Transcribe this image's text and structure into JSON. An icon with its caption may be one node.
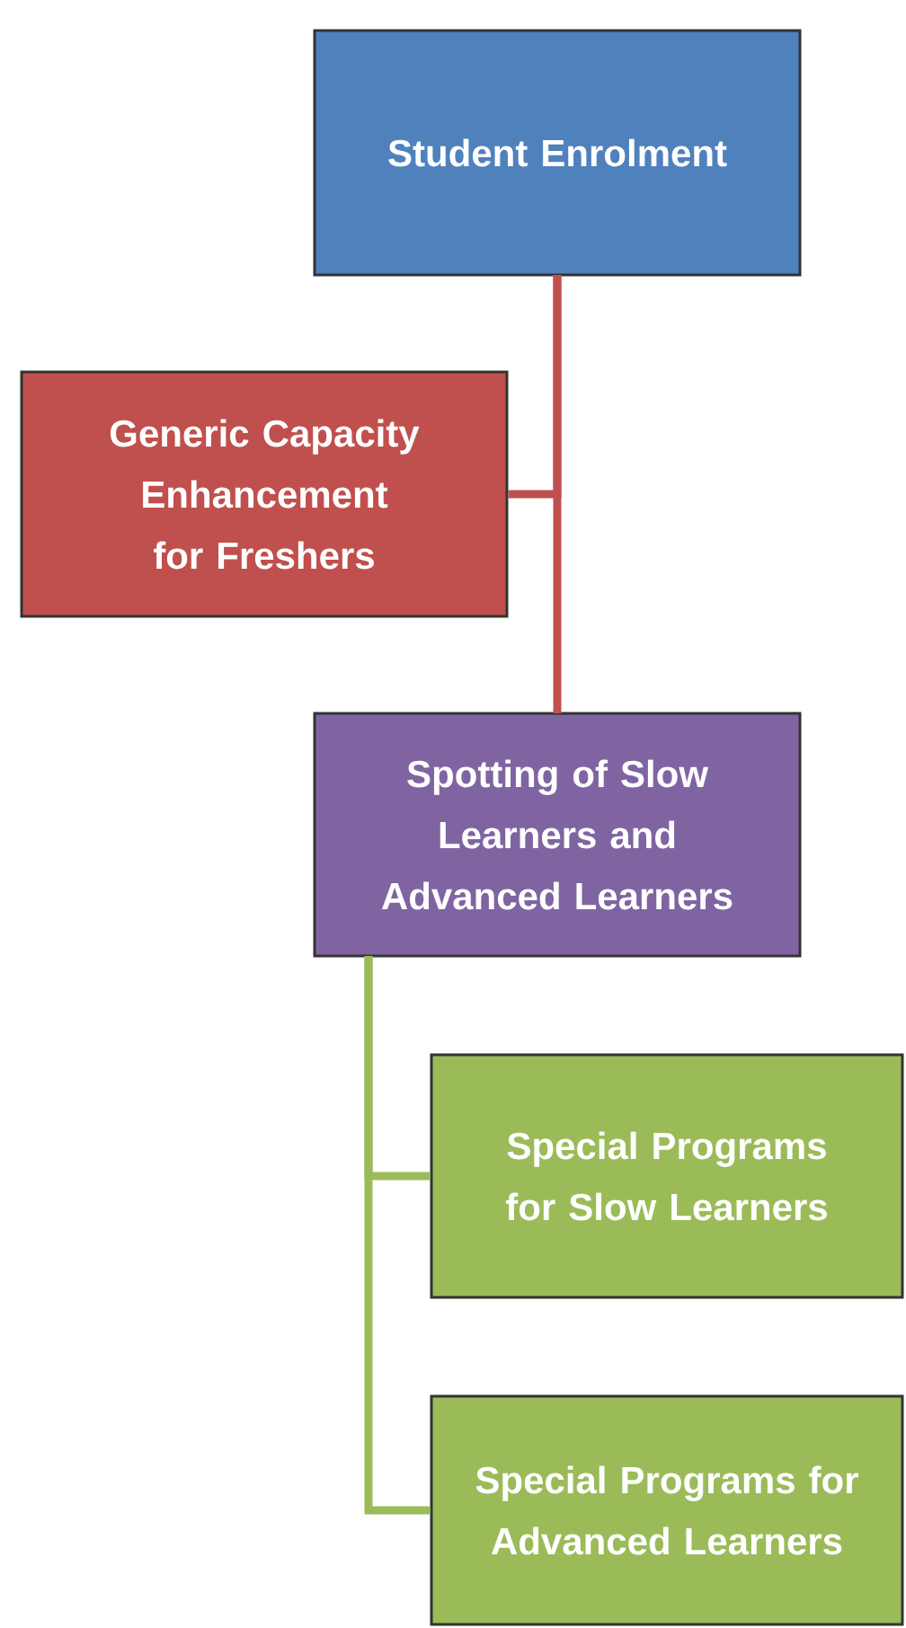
{
  "diagram": {
    "nodes": [
      {
        "text": [
          "Student Enrolment"
        ]
      },
      {
        "text": [
          "Generic Capacity Enhancement for Freshers"
        ]
      },
      {
        "text": [
          "Spotting of Slow Learners and Advanced Learners"
        ]
      },
      {
        "text": [
          "Special Programs for Slow Learners"
        ]
      },
      {
        "text": [
          "Special Programs for Advanced Learners"
        ]
      }
    ],
    "edges": [
      {
        "from": 0,
        "to": 1,
        "arrow": "none",
        "color": "#c0504d"
      },
      {
        "from": 0,
        "to": 2,
        "arrow": "none",
        "color": "#c0504d"
      },
      {
        "from": 2,
        "to": 3,
        "arrow": "none",
        "color": "#9bbb59"
      },
      {
        "from": 2,
        "to": 4,
        "arrow": "none",
        "color": "#9bbb59"
      }
    ]
  }
}
